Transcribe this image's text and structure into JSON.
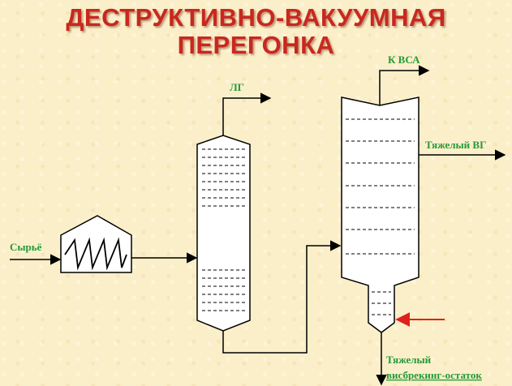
{
  "title": {
    "line1": "ДЕСТРУКТИВНО-ВАКУУМНАЯ",
    "line2": "ПЕРЕГОНКА"
  },
  "labels": {
    "feed": "Сырьё",
    "light_gas": "ЛГ",
    "to_vsa": "К ВСА",
    "heavy_vg": "Тяжелый ВГ",
    "residue_line1": "Тяжелый",
    "residue_line2": "висбрекинг-остаток"
  },
  "colors": {
    "title": "#c8281e",
    "labels": "#239a3a",
    "steam_arrow": "#e0201a",
    "lines": "#000000"
  },
  "icons": [
    "furnace-icon",
    "coil-icon",
    "column-icon",
    "vacuum-column-icon",
    "arrow-icon"
  ]
}
